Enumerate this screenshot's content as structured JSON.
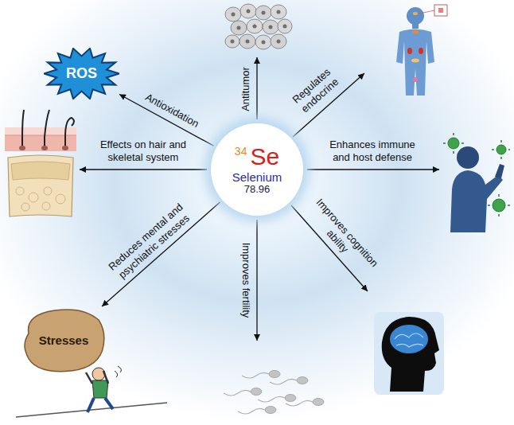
{
  "diagram": {
    "nodes": [
      {
        "text": [
          "34",
          "Se",
          "Selenium",
          "78.96"
        ]
      },
      {
        "text": [
          "ROS"
        ]
      },
      {
        "text": [
          "Stresses"
        ]
      }
    ],
    "edges": [
      {
        "from": 0,
        "to": 1,
        "arrow": "to",
        "label": "Antioxidation"
      },
      {
        "from": 0,
        "to": 2,
        "arrow": "to",
        "label": "Reduces mental and psychiatric stresses"
      }
    ],
    "labels": [
      "Antitumor",
      "Regulates endocrine",
      "Enhances immune and host defense",
      "Effects on hair and skeletal system",
      "Improves cognition ability",
      "Improves fertility"
    ]
  }
}
